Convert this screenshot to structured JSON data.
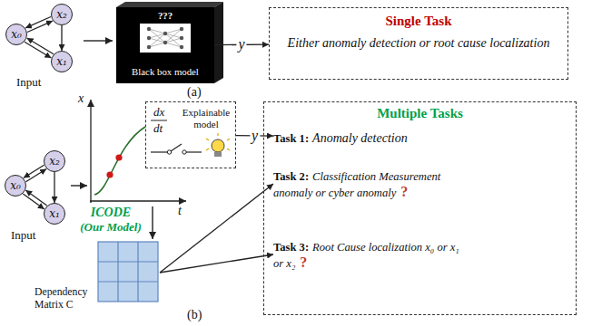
{
  "diagram": {
    "nodes": [
      {
        "text": [
          "x₀"
        ]
      },
      {
        "text": [
          "x₂"
        ]
      },
      {
        "text": [
          "x₁"
        ]
      },
      {
        "text": [
          "???",
          "Black box model"
        ]
      },
      {
        "text": [
          "Single Task",
          "Either anomaly detection or root cause localization"
        ]
      },
      {
        "text": [
          "x₀"
        ]
      },
      {
        "text": [
          "x₂"
        ]
      },
      {
        "text": [
          "x₁"
        ]
      },
      {
        "text": [
          "Explainable model"
        ]
      },
      {
        "text": [
          "Dependency Matrix C"
        ]
      },
      {
        "text": [
          "Multiple Tasks"
        ]
      },
      {
        "text": [
          "Task 1:",
          "Anomaly detection"
        ],
        "in": 10
      },
      {
        "text": [
          "Task 2:",
          "Classification Measurement anomaly or cyber anomaly"
        ],
        "in": 10
      },
      {
        "text": [
          "Task 3:",
          "Root Cause localization x₀ or x₁ or x₂"
        ],
        "in": 10
      }
    ],
    "edges": [
      {
        "from": 0,
        "to": 1,
        "arrow": "to"
      },
      {
        "from": 1,
        "to": 0,
        "arrow": "to"
      },
      {
        "from": 0,
        "to": 2,
        "arrow": "to"
      },
      {
        "from": 2,
        "to": 0,
        "arrow": "to"
      },
      {
        "from": 1,
        "to": 2,
        "arrow": "to"
      },
      {
        "from": 3,
        "to": 4,
        "label": "y",
        "arrow": "to"
      },
      {
        "from": 5,
        "to": 6,
        "arrow": "to"
      },
      {
        "from": 6,
        "to": 5,
        "arrow": "to"
      },
      {
        "from": 5,
        "to": 7,
        "arrow": "to"
      },
      {
        "from": 7,
        "to": 5,
        "arrow": "to"
      },
      {
        "from": 6,
        "to": 7,
        "arrow": "to"
      },
      {
        "from": 8,
        "to": 11,
        "label": "y",
        "arrow": "to"
      },
      {
        "from": 9,
        "to": 12,
        "arrow": "to"
      },
      {
        "from": 9,
        "to": 13,
        "arrow": "to"
      }
    ],
    "labels": [
      "Input",
      "(a)",
      "Input",
      "x",
      "dx",
      "dt",
      "t",
      "ICODE",
      "(Our Model)",
      "?",
      "?",
      "(b)"
    ]
  }
}
